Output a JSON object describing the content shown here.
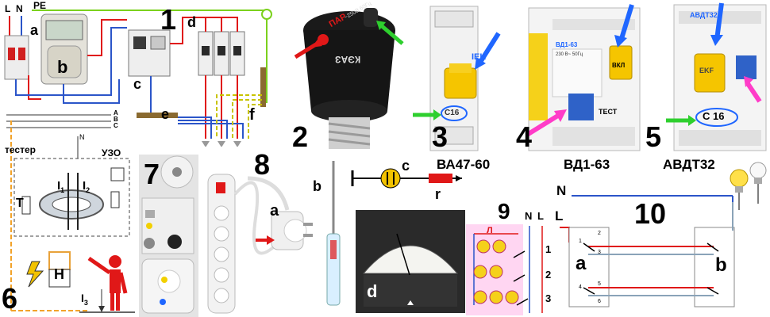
{
  "colors": {
    "accent_red": "#e01818",
    "accent_blue": "#1f66ff",
    "accent_green": "#2ecf2e",
    "accent_magenta": "#ff3cc8",
    "accent_yellow": "#f2c200",
    "wire_green": "#7bd11d",
    "wire_blue": "#2b55c9"
  },
  "panel1": {
    "number": "1",
    "pe_label": "PE",
    "l_label": "L",
    "n_label": "N",
    "label_a": "a",
    "label_b": "b",
    "label_c": "c",
    "label_d": "d",
    "label_e": "e",
    "label_f": "f"
  },
  "panel2": {
    "number": "2",
    "brand_text": "КЭАЗ",
    "side_text": "ПАР",
    "rating_text": "~250В 60Гц"
  },
  "panel3": {
    "number": "3",
    "caption": "ВА47-60",
    "rating": "C16",
    "brand": "IEK"
  },
  "panel4": {
    "number": "4",
    "caption": "ВД1-63",
    "lever_text": "ВКЛ",
    "button_text": "ТЕСТ",
    "specs": "230 В~ 50Гц",
    "model_tag": "ВД1-63"
  },
  "panel5": {
    "number": "5",
    "caption": "АВДТ32",
    "rating": "C 16",
    "model_tag": "АВДТ32",
    "lever_text": "EKF"
  },
  "panel6": {
    "number": "6",
    "phase_a": "A",
    "phase_b": "B",
    "phase_c": "C",
    "neutral": "N",
    "tester_label": "тестер",
    "uzo_label": "УЗО",
    "t_label": "Т",
    "i1_label": "I",
    "i1_sub": "1",
    "i2_label": "I",
    "i2_sub": "2",
    "h_label": "Н",
    "i3_label": "I",
    "i3_sub": "3"
  },
  "panel7": {
    "number": "7"
  },
  "panel8": {
    "number": "8",
    "label_a": "a",
    "label_b": "b",
    "label_c": "c",
    "label_d": "d",
    "label_r": "r"
  },
  "panel9": {
    "number": "9",
    "l_label": "Л",
    "n_label": "N",
    "phase_label": "L",
    "switch_1": "1",
    "switch_2": "2",
    "switch_3": "3"
  },
  "panel10": {
    "number": "10",
    "n_label": "N",
    "l_label": "L",
    "label_a": "a",
    "label_b": "b",
    "pins": [
      "1",
      "2",
      "3",
      "4",
      "5",
      "6"
    ]
  },
  "icons": [
    "lightbulb-icon",
    "plug-icon",
    "screwdriver-icon",
    "multimeter-icon",
    "extension-cord-icon",
    "socket-icon",
    "person-icon",
    "lightning-icon",
    "arrow-icon"
  ]
}
